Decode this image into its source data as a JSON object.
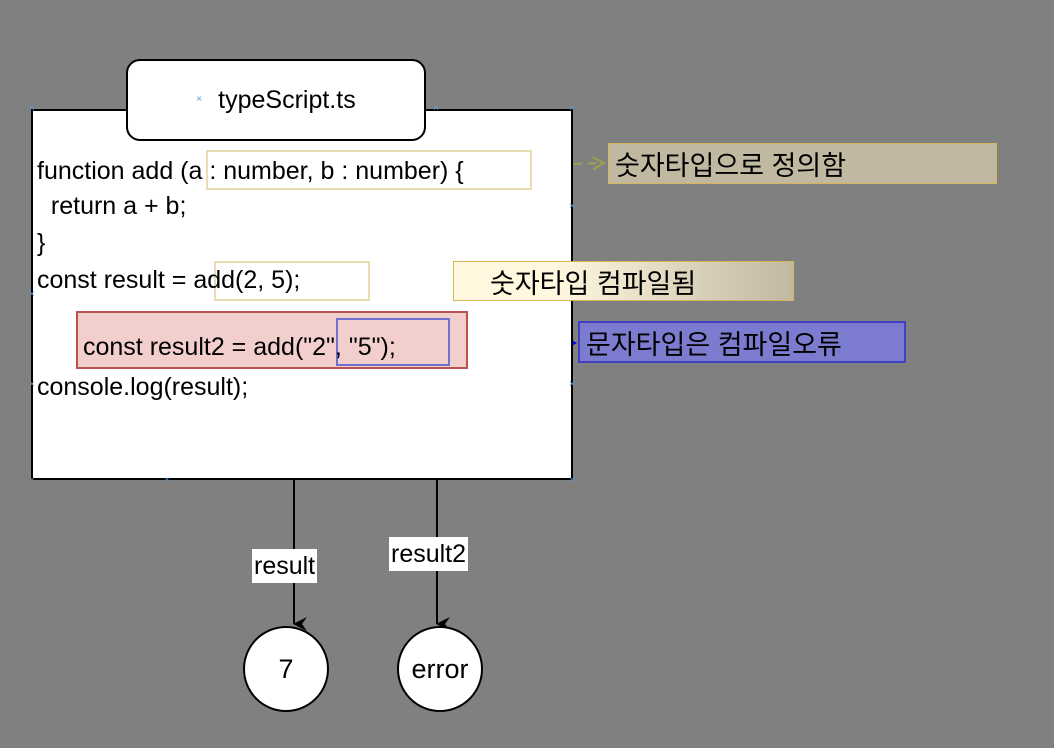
{
  "file_tab": {
    "title": "typeScript.ts"
  },
  "code": {
    "line1_prefix": "function add ",
    "line1_params": "(a : number, b : number)",
    "line1_suffix": " {",
    "line2": "  return a + b;",
    "line3": "}",
    "line4_prefix": "const result = ",
    "line4_call": "add(2, 5);",
    "line5_prefix": "const result2 = add",
    "line5_args": "(\"2\", \"5\")",
    "line5_suffix": ";",
    "line6": "console.log(result);"
  },
  "notes": {
    "number_defined": "숫자타입으로 정의함",
    "number_compiled": "    숫자타입 컴파일됨",
    "string_error": "문자타입은 컴파일오류"
  },
  "edges": {
    "result_label": "result",
    "result2_label": "result2"
  },
  "nodes": {
    "result_value": "7",
    "result2_value": "error"
  },
  "colors": {
    "background": "#808080",
    "note_fill": "#c0b8a0",
    "note_border": "#d6b656",
    "compiled_fill": "#fff7de",
    "error_fill": "#f2cfcc",
    "error_border": "#b85450",
    "string_note_fill": "#7b7bd0",
    "string_note_border": "#4040c0",
    "olive_arrow": "#a0a050",
    "blue_arrow": "#0000ff"
  }
}
